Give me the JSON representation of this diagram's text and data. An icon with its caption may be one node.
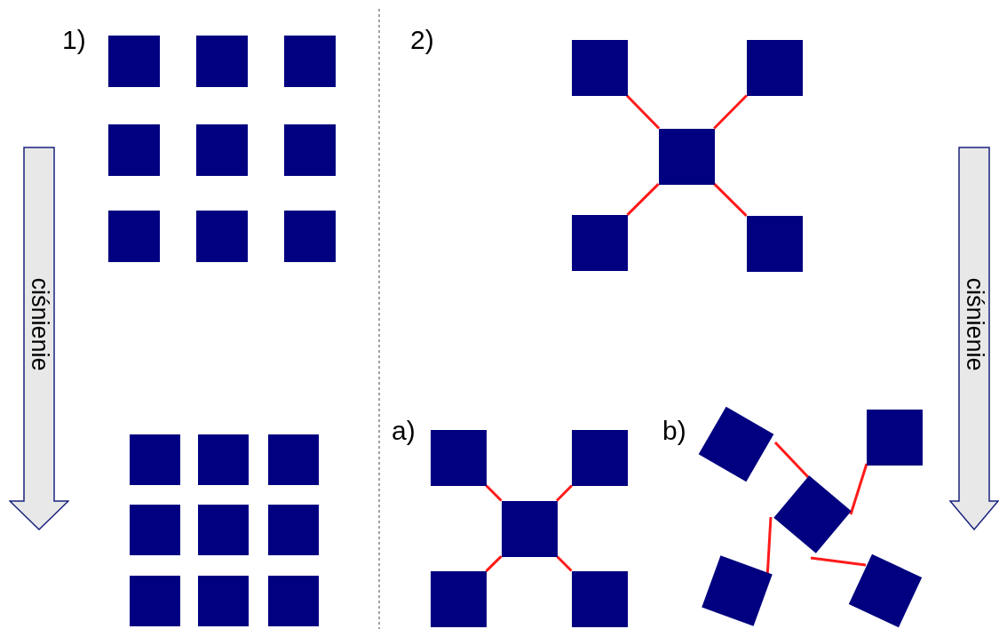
{
  "diagram": {
    "nodes": [
      {
        "text": [],
        "shape": "box"
      },
      {
        "text": [],
        "shape": "box"
      },
      {
        "text": [],
        "shape": "box"
      },
      {
        "text": [],
        "shape": "box"
      },
      {
        "text": [],
        "shape": "box"
      },
      {
        "text": [],
        "shape": "box"
      },
      {
        "text": [],
        "shape": "box"
      },
      {
        "text": [],
        "shape": "box"
      },
      {
        "text": [],
        "shape": "box"
      },
      {
        "text": [],
        "shape": "box"
      },
      {
        "text": [],
        "shape": "box"
      },
      {
        "text": [],
        "shape": "box"
      },
      {
        "text": [],
        "shape": "box"
      },
      {
        "text": [],
        "shape": "box"
      },
      {
        "text": [],
        "shape": "box"
      },
      {
        "text": [],
        "shape": "box"
      },
      {
        "text": [],
        "shape": "box"
      },
      {
        "text": [],
        "shape": "box"
      },
      {
        "text": [
          "ciśnienie"
        ]
      },
      {
        "text": [],
        "shape": "box"
      },
      {
        "text": [],
        "shape": "box"
      },
      {
        "text": [],
        "shape": "box"
      },
      {
        "text": [],
        "shape": "box"
      },
      {
        "text": [],
        "shape": "box"
      },
      {
        "text": [],
        "shape": "box"
      },
      {
        "text": [],
        "shape": "box"
      },
      {
        "text": [],
        "shape": "box"
      },
      {
        "text": [],
        "shape": "box"
      },
      {
        "text": [],
        "shape": "box"
      },
      {
        "text": [],
        "shape": "box"
      },
      {
        "text": [],
        "shape": "box"
      },
      {
        "text": [],
        "shape": "box"
      },
      {
        "text": [],
        "shape": "box"
      },
      {
        "text": [],
        "shape": "box"
      },
      {
        "text": [
          "ciśnienie"
        ]
      }
    ],
    "edges": [
      {
        "from": 19,
        "to": 21,
        "arrow": "none"
      },
      {
        "from": 20,
        "to": 21,
        "arrow": "none"
      },
      {
        "from": 21,
        "to": 22,
        "arrow": "none"
      },
      {
        "from": 21,
        "to": 23,
        "arrow": "none"
      },
      {
        "from": 24,
        "to": 26,
        "arrow": "none"
      },
      {
        "from": 25,
        "to": 26,
        "arrow": "none"
      },
      {
        "from": 26,
        "to": 27,
        "arrow": "none"
      },
      {
        "from": 26,
        "to": 28,
        "arrow": "none"
      },
      {
        "from": 29,
        "to": 31,
        "arrow": "none"
      },
      {
        "from": 30,
        "to": 31,
        "arrow": "none"
      },
      {
        "from": 31,
        "to": 32,
        "arrow": "none"
      },
      {
        "from": 31,
        "to": 33,
        "arrow": "none"
      }
    ],
    "labels": [
      "1)",
      "2)",
      "a)",
      "b)"
    ]
  }
}
